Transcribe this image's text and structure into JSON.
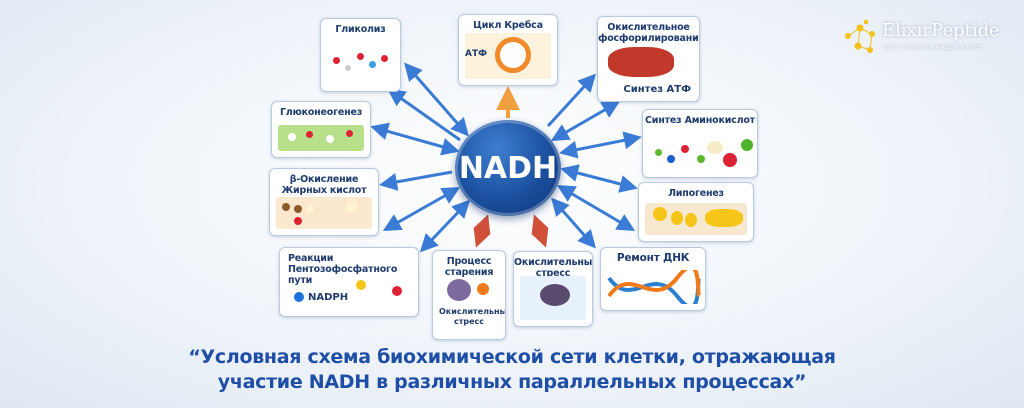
{
  "center": {
    "label": "NADH"
  },
  "nodes": {
    "glycolysis": {
      "title": "Гликолиз"
    },
    "krebs": {
      "title": "Цикл Кребса",
      "sub": "АТФ"
    },
    "oxphos": {
      "title": "Окислительное фосфорилирование",
      "sub": "Синтез АТФ"
    },
    "gluconeogenesis": {
      "title": "Глюконеогенез"
    },
    "beta_oxidation": {
      "title": "β-Окисление Жирных кислот"
    },
    "pentose": {
      "title": "Реакции Пентозофосфатного пути",
      "sub": "NADPH"
    },
    "aging": {
      "title": "Процесс старения",
      "sub": "Окислительный стресс"
    },
    "oxidative_stress": {
      "title": "Окислительный стресс"
    },
    "dna_repair": {
      "title": "Ремонт ДНК"
    },
    "amino_acids": {
      "title": "Синтез Аминокислот"
    },
    "lipogenesis": {
      "title": "Липогенез"
    }
  },
  "logo": {
    "name": "ElixirPeptide",
    "tagline": "ЧУДО НАУКИ В КАЖДОЙ КАПЛЕ"
  },
  "caption": {
    "line1": "“Условная схема биохимической сети клетки, отражающая",
    "line2": "участие NADH в различных параллельных процессах”"
  },
  "colors": {
    "arrow": "#3a7bd5",
    "arrow_up": "#f0a040",
    "arrow_red": "#d0503a",
    "center": "#1a4f9e",
    "text": "#1d3b6e",
    "caption": "#1f4ea6"
  }
}
